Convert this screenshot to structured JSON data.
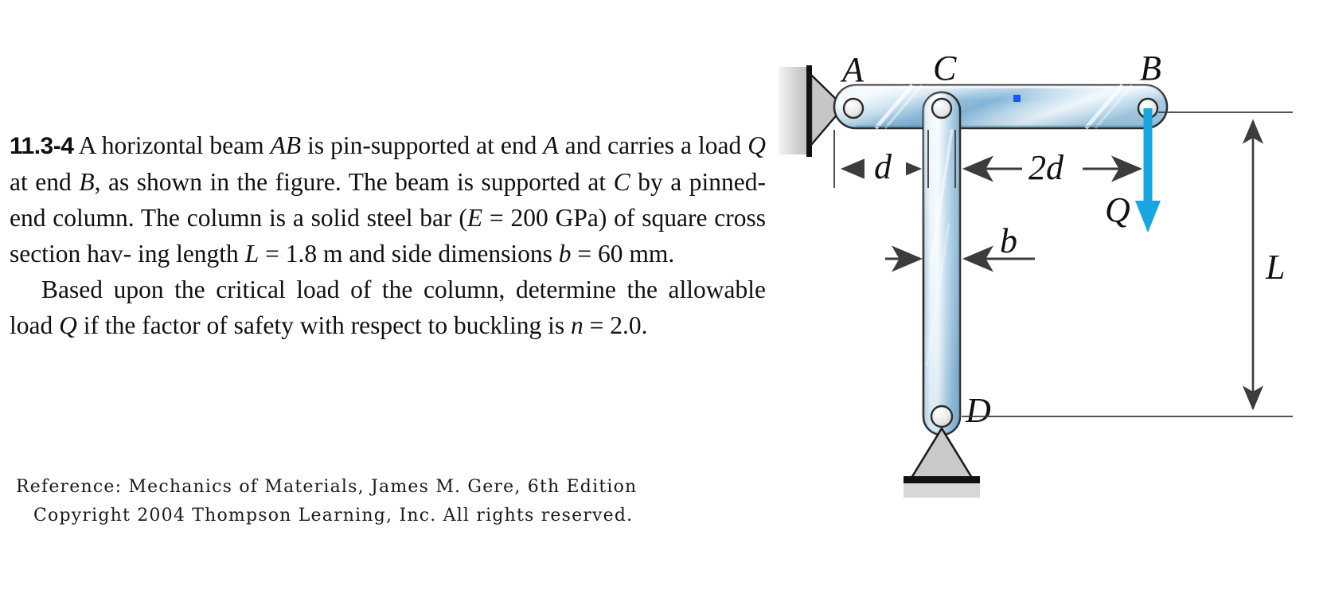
{
  "problem": {
    "number": "11.3-4",
    "lines": [
      "A horizontal beam AB is pin-supported at end A and",
      "carries a load Q at end B, as shown in the figure. The beam",
      "is supported at C by a pinned-end column. The column is a",
      "solid steel bar (E = 200 GPa) of square cross section hav-",
      "ing length L = 1.8 m and side dimensions b = 60 mm.",
      "Based upon the critical load of the column, determine",
      "the allowable load Q if the factor of safety with respect to",
      "buckling is n = 2.0."
    ],
    "givens": {
      "youngs_modulus": "E = 200 GPa",
      "length": "L = 1.8 m",
      "side_dimension": "b = 60 mm",
      "factor_of_safety": "n = 2.0"
    }
  },
  "credit": {
    "line1": "Reference:  Mechanics of Materials, James M. Gere, 6th Edition",
    "line2": "Copyright 2004 Thompson Learning, Inc. All rights reserved."
  },
  "figure": {
    "labels": {
      "point_a": "A",
      "point_b": "B",
      "point_c": "C",
      "point_d": "D",
      "load_q": "Q",
      "dim_d": "d",
      "dim_2d": "2d",
      "dim_b": "b",
      "dim_L": "L"
    },
    "colors": {
      "load_arrow": "#16a7e0",
      "beam_light": "#eef7fc",
      "beam_mid": "#bcd9ec",
      "beam_dark": "#7fb2d4",
      "support_gray": "#c9c9c9",
      "outline": "#1b1b1b",
      "marker_blue": "#2255ee",
      "dim_line": "#4d4d4d"
    },
    "parts": [
      {
        "name": "wall-support",
        "kind": "fixed-wall"
      },
      {
        "name": "beam-ab",
        "kind": "horizontal-beam"
      },
      {
        "name": "pin-a",
        "kind": "pin-joint"
      },
      {
        "name": "pin-c",
        "kind": "pin-joint"
      },
      {
        "name": "pin-b",
        "kind": "pin-joint"
      },
      {
        "name": "column-cd",
        "kind": "vertical-column"
      },
      {
        "name": "pin-d",
        "kind": "pin-joint"
      },
      {
        "name": "support-d",
        "kind": "pinned-base"
      },
      {
        "name": "load-arrow-q",
        "kind": "force-arrow"
      }
    ]
  }
}
